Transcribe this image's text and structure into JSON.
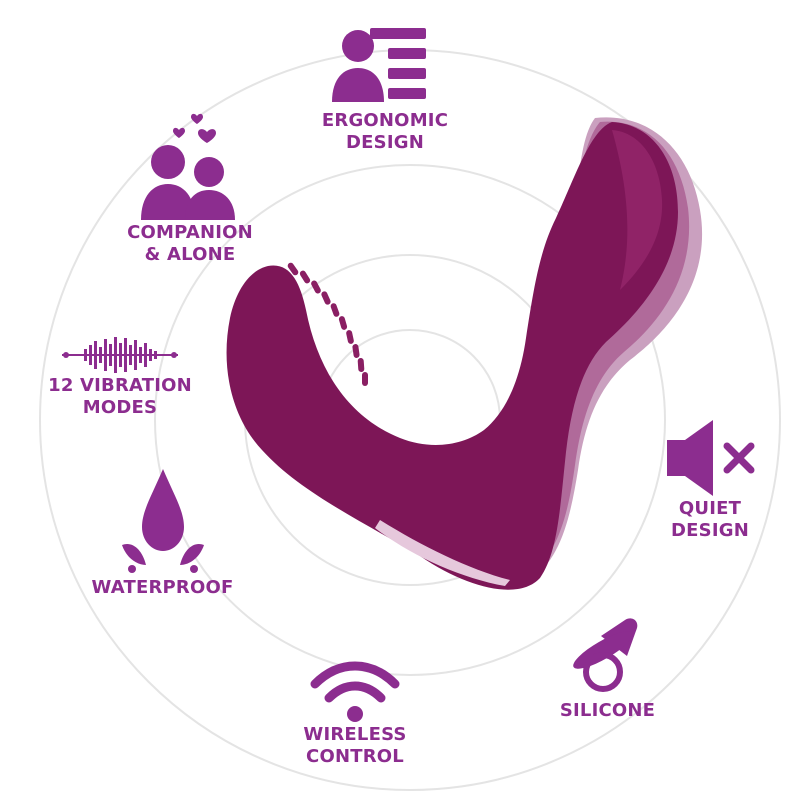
{
  "colors": {
    "accent": "#8c2d8f",
    "product": "#7d1657",
    "product_shadow": "#b06a9a",
    "rings": "#e4e4e4"
  },
  "features": {
    "ergonomic": {
      "icon": "person-list-icon",
      "label": "ERGONOMIC\nDESIGN"
    },
    "companion": {
      "icon": "couple-hearts-icon",
      "label": "COMPANION\n& ALONE"
    },
    "vibration": {
      "icon": "sound-wave-icon",
      "label": "12 VIBRATION\nMODES"
    },
    "waterproof": {
      "icon": "water-drop-icon",
      "label": "WATERPROOF"
    },
    "wireless": {
      "icon": "wifi-icon",
      "label": "WIRELESS\nCONTROL"
    },
    "silicone": {
      "icon": "pacifier-icon",
      "label": "SILICONE"
    },
    "quiet": {
      "icon": "speaker-mute-icon",
      "label": "QUIET\nDESIGN"
    }
  }
}
